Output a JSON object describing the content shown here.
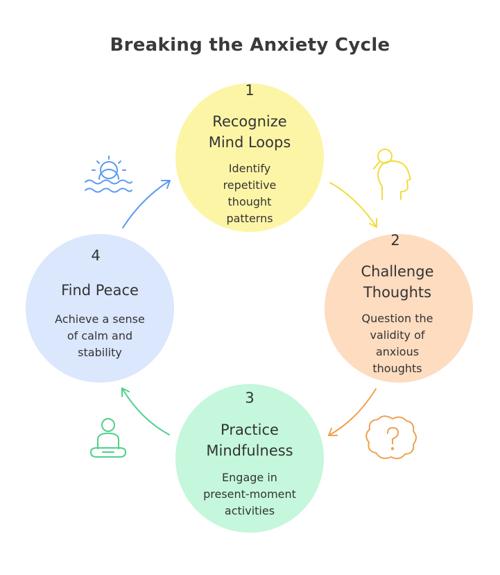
{
  "title": "Breaking the Anxiety Cycle",
  "colors": {
    "step1": "#fdf5a6",
    "step2": "#fddcc0",
    "step3": "#c4f7db",
    "step4": "#dbe7fd",
    "arrow1": "#f2dc3a",
    "arrow2": "#f0a050",
    "arrow3": "#4cd08a",
    "arrow4": "#5a9af0"
  },
  "steps": [
    {
      "number": "1",
      "heading_line1": "Recognize",
      "heading_line2": "Mind Loops",
      "desc_line1": "Identify",
      "desc_line2": "repetitive",
      "desc_line3": "thought",
      "desc_line4": "patterns",
      "icon": "person-magnifier-icon"
    },
    {
      "number": "2",
      "heading_line1": "Challenge",
      "heading_line2": "Thoughts",
      "desc_line1": "Question the",
      "desc_line2": "validity of",
      "desc_line3": "anxious",
      "desc_line4": "thoughts",
      "icon": "question-bubble-icon"
    },
    {
      "number": "3",
      "heading_line1": "Practice",
      "heading_line2": "Mindfulness",
      "desc_line1": "Engage in",
      "desc_line2": "present-moment",
      "desc_line3": "activities",
      "icon": "meditation-icon"
    },
    {
      "number": "4",
      "heading_line1": "Find Peace",
      "desc_line1": "Achieve a sense",
      "desc_line2": "of calm and",
      "desc_line3": "stability",
      "icon": "sunrise-waves-icon"
    }
  ]
}
